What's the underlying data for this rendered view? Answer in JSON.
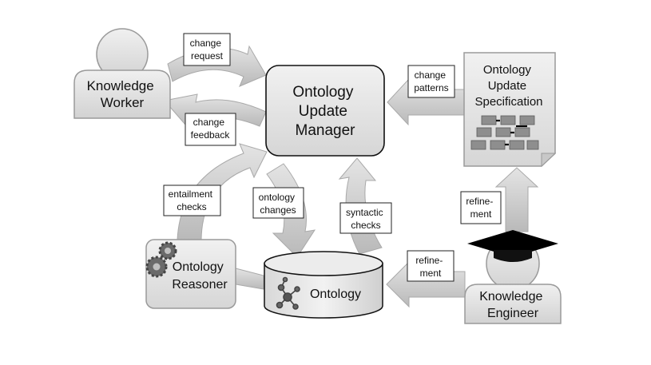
{
  "actors": {
    "knowledge_worker": [
      "Knowledge",
      "Worker"
    ],
    "knowledge_engineer": [
      "Knowledge",
      "Engineer"
    ]
  },
  "nodes": {
    "update_manager": [
      "Ontology",
      "Update",
      "Manager"
    ],
    "specification": [
      "Ontology",
      "Update",
      "Specification"
    ],
    "reasoner": [
      "Ontology",
      "Reasoner"
    ],
    "ontology": "Ontology"
  },
  "flows": {
    "change_request": [
      "change",
      "request"
    ],
    "change_feedback": [
      "change",
      "feedback"
    ],
    "change_patterns": [
      "change",
      "patterns"
    ],
    "entailment_checks": [
      "entailment",
      "checks"
    ],
    "ontology_changes": [
      "ontology",
      "changes"
    ],
    "syntactic_checks": [
      "syntactic",
      "checks"
    ],
    "refinement_bottom": [
      "refine-",
      "ment"
    ],
    "refinement_right": [
      "refine-",
      "ment"
    ]
  }
}
